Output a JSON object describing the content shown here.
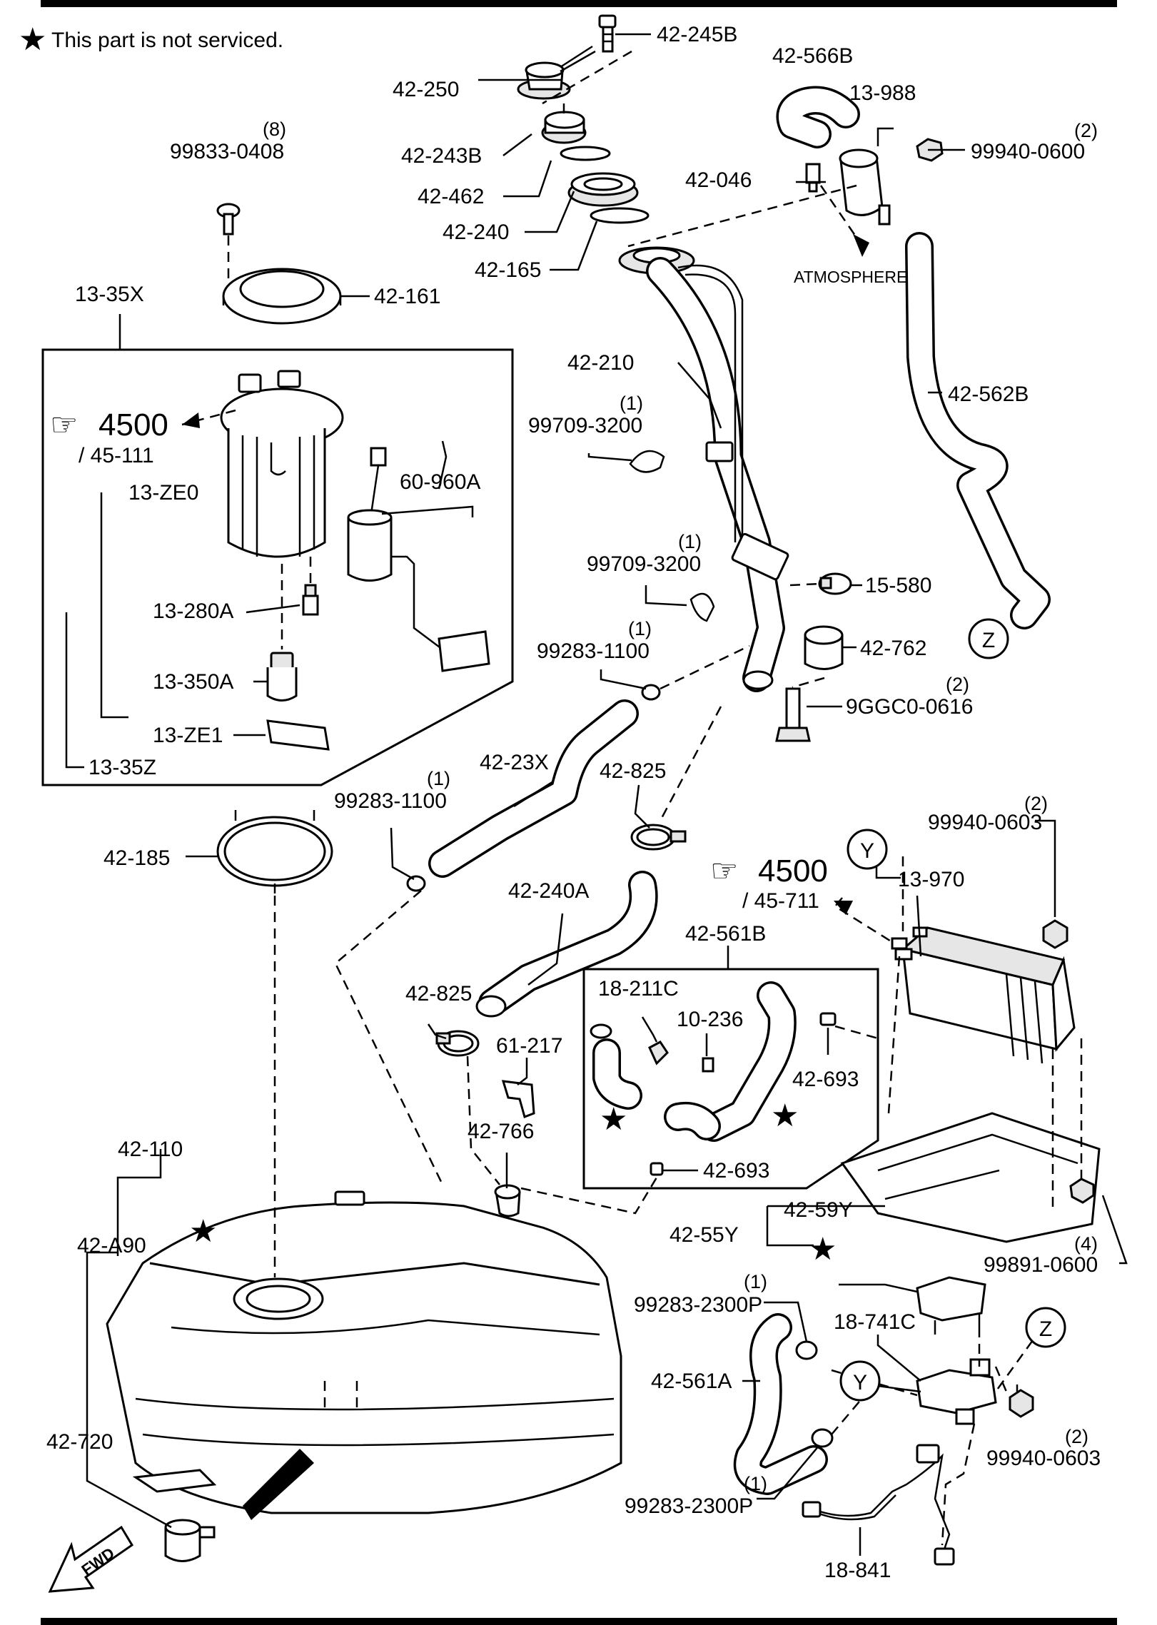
{
  "note": "This part is not serviced.",
  "note_symbol": "★",
  "ref_arrow_glyph": "☞",
  "refs": [
    {
      "main": "4500",
      "sub": "/ 45-111"
    },
    {
      "main": "4500",
      "sub": "/ 45-711"
    }
  ],
  "atmosphere": "ATMOSPHERE",
  "fwd": "FWD",
  "circles": {
    "z1": "Z",
    "z2": "Z",
    "y1": "Y",
    "y2": "Y"
  },
  "labels": {
    "p42_245B": "42-245B",
    "p42_566B": "42-566B",
    "p42_250": "42-250",
    "p13_988": "13-988",
    "q8": "(8)",
    "p99833_0408": "99833-0408",
    "p42_243B": "42-243B",
    "q2a": "(2)",
    "p99940_0600": "99940-0600",
    "p42_046": "42-046",
    "p42_462": "42-462",
    "p42_240": "42-240",
    "p42_165": "42-165",
    "p13_35X": "13-35X",
    "p42_161": "42-161",
    "p42_210": "42-210",
    "p42_562B": "42-562B",
    "q1a": "(1)",
    "p99709_3200a": "99709-3200",
    "p13_ZE0": "13-ZE0",
    "p60_960A": "60-960A",
    "q1b": "(1)",
    "p99709_3200b": "99709-3200",
    "p15_580": "15-580",
    "p13_280A": "13-280A",
    "q1c": "(1)",
    "p99283_1100a": "99283-1100",
    "p42_762": "42-762",
    "p13_350A": "13-350A",
    "q2b": "(2)",
    "p9GGC0_0616": "9GGC0-0616",
    "p13_ZE1": "13-ZE1",
    "p13_35Z": "13-35Z",
    "p42_23X": "42-23X",
    "p42_825a": "42-825",
    "q1d": "(1)",
    "p99283_1100b": "99283-1100",
    "q2c": "(2)",
    "p99940_0603a": "99940-0603",
    "p42_185": "42-185",
    "p42_240A": "42-240A",
    "p13_970": "13-970",
    "p42_561B": "42-561B",
    "p18_211C": "18-211C",
    "p42_825b": "42-825",
    "p10_236": "10-236",
    "p61_217": "61-217",
    "p42_693a": "42-693",
    "p42_766": "42-766",
    "p42_693b": "42-693",
    "p42_110": "42-110",
    "p42_59Y": "42-59Y",
    "p42_55Y": "42-55Y",
    "p42_A90": "42-A90",
    "q4": "(4)",
    "p99891_0600": "99891-0600",
    "q1e": "(1)",
    "p99283_2300Pa": "99283-2300P",
    "p18_741C": "18-741C",
    "p42_561A": "42-561A",
    "p42_720": "42-720",
    "q2d": "(2)",
    "p99940_0603b": "99940-0603",
    "q1f": "(1)",
    "p99283_2300Pb": "99283-2300P",
    "p18_841": "18-841"
  }
}
